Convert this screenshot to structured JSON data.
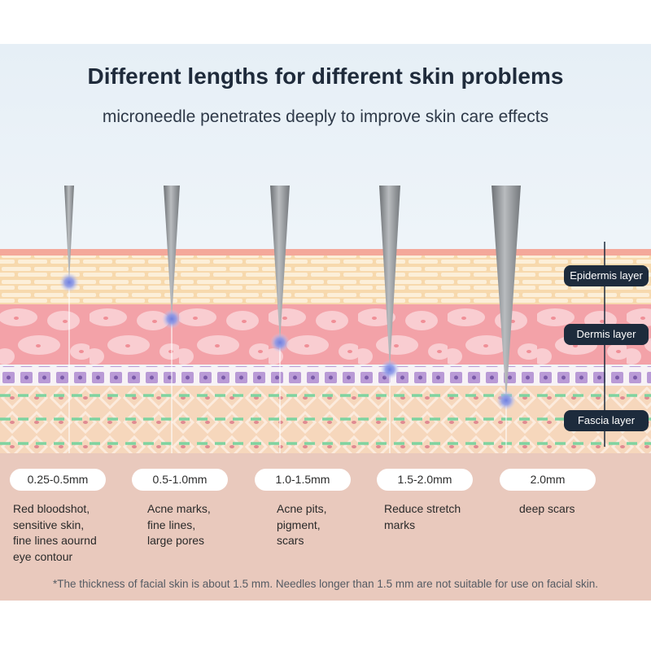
{
  "title": "Different lengths for different skin problems",
  "subtitle": "microneedle penetrates deeply to improve skin care effects",
  "layers": [
    {
      "label": "Epidermis layer"
    },
    {
      "label": "Dermis layer"
    },
    {
      "label": "Fascia layer"
    }
  ],
  "needles": [
    {
      "length": "0.25-0.5mm",
      "description": "Red bloodshot,\nsensitive skin,\nfine lines aournd\neye contour"
    },
    {
      "length": "0.5-1.0mm",
      "description": "Acne marks,\nfine lines,\nlarge pores"
    },
    {
      "length": "1.0-1.5mm",
      "description": "Acne pits,\npigment,\nscars"
    },
    {
      "length": "1.5-2.0mm",
      "description": "Reduce stretch\nmarks"
    },
    {
      "length": "2.0mm",
      "description": "deep scars"
    }
  ],
  "footnote": "*The thickness of facial skin is about 1.5 mm. Needles longer than 1.5 mm are not suitable for use on facial skin.",
  "colors": {
    "label_bg": "#1d2b3c",
    "epidermis": "#f7d9ad",
    "dermis": "#f3a2a8",
    "fascia": "#f6d7bc",
    "cell_row": "#a387c6",
    "needle": "#8e9296",
    "tip_glow": "#6f7fe0"
  }
}
